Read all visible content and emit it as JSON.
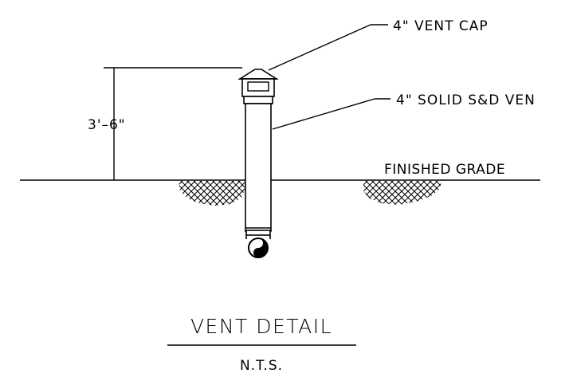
{
  "drawing": {
    "title": "VENT DETAIL",
    "scale_note": "N.T.S.",
    "dimension_label": "3'–6\"",
    "callouts": {
      "vent_cap": "4\" VENT CAP",
      "solid_pipe": "4\" SOLID S&D VEN",
      "finished_grade": "FINISHED GRADE"
    }
  }
}
